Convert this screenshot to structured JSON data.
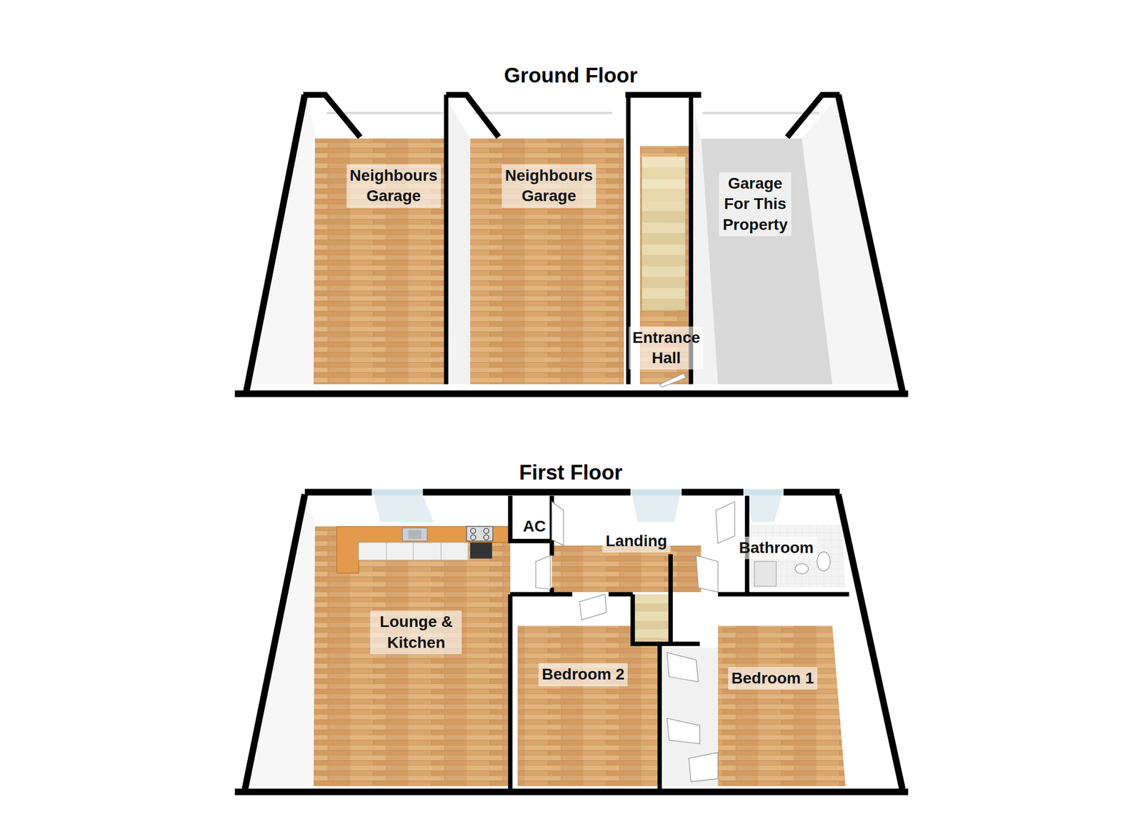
{
  "diagram": {
    "nodes": [
      {
        "text": [
          "Neighbours Garage"
        ]
      },
      {
        "text": [
          "Neighbours Garage"
        ]
      },
      {
        "text": [
          "Entrance Hall"
        ]
      },
      {
        "text": [
          "Garage For This Property"
        ]
      },
      {
        "text": [
          "Lounge & Kitchen"
        ]
      },
      {
        "text": [
          "AC"
        ]
      },
      {
        "text": [
          "Landing"
        ]
      },
      {
        "text": [
          "Bathroom"
        ]
      },
      {
        "text": [
          "Bedroom 2"
        ]
      },
      {
        "text": [
          "Bedroom 1"
        ]
      }
    ],
    "labels": [
      "Ground Floor",
      "First Floor"
    ]
  }
}
